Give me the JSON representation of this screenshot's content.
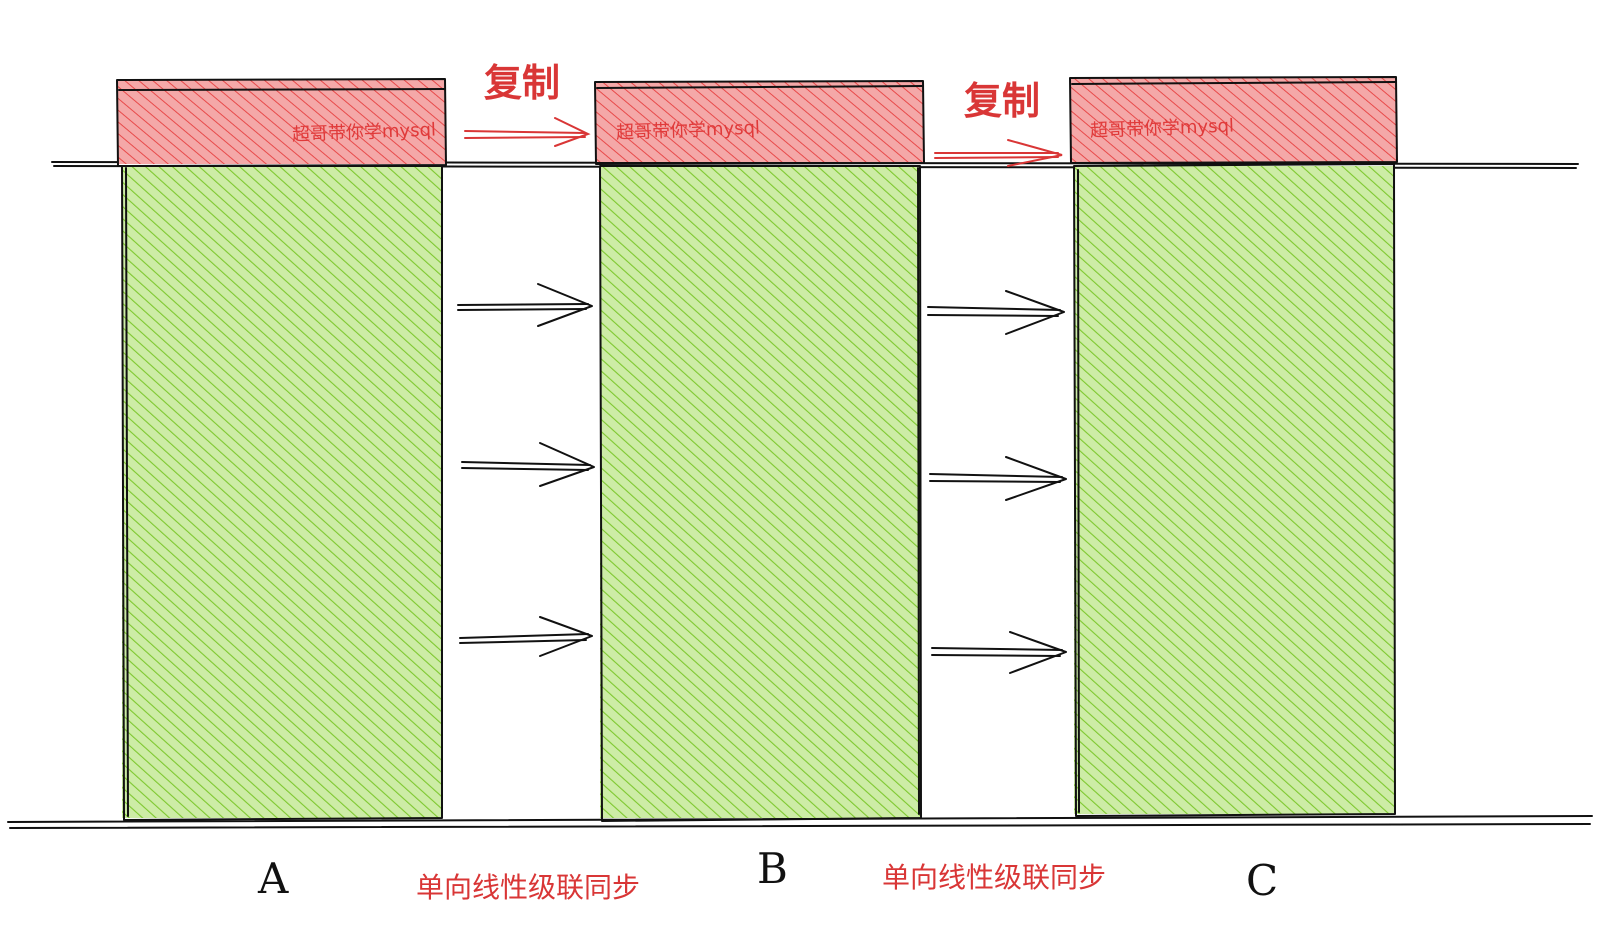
{
  "colors": {
    "copy_fill": "#f29a9a",
    "copy_hatch": "#e84a4a",
    "data_fill": "#cdeca6",
    "data_hatch": "#7ec82f",
    "outline": "#111111",
    "label_red": "#d93636"
  },
  "servers": [
    {
      "id": "A",
      "letter": "A",
      "watermark": "超哥带你学mysql"
    },
    {
      "id": "B",
      "letter": "B",
      "watermark": "超哥带你学mysql"
    },
    {
      "id": "C",
      "letter": "C",
      "watermark": "超哥带你学mysql"
    }
  ],
  "links": [
    {
      "from": "A",
      "to": "B",
      "copy_label": "复制",
      "sync_label": "单向线性级联同步"
    },
    {
      "from": "B",
      "to": "C",
      "copy_label": "复制",
      "sync_label": "单向线性级联同步"
    }
  ]
}
